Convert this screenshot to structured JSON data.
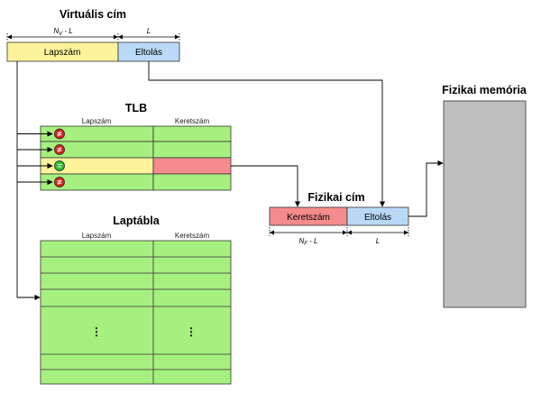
{
  "virtual_address": {
    "title": "Virtuális cím",
    "page_number_label": "Lapszám",
    "offset_label": "Eltolás",
    "width_page_main": "N",
    "width_page_sub": "V",
    "width_page_rest": " - L",
    "width_offset": "L"
  },
  "tlb": {
    "title": "TLB",
    "col_page": "Lapszám",
    "col_frame": "Keretszám",
    "comparators": [
      "≠",
      "≠",
      "=",
      "≠"
    ]
  },
  "page_table": {
    "title": "Laptábla",
    "col_page": "Lapszám",
    "col_frame": "Keretszám",
    "ellipsis": "⋮"
  },
  "physical_address": {
    "title": "Fizikai cím",
    "frame_label": "Keretszám",
    "offset_label": "Eltolás",
    "width_frame_main": "N",
    "width_frame_sub": "F",
    "width_frame_rest": " - L",
    "width_offset": "L"
  },
  "physical_memory": {
    "title": "Fizikai memória"
  },
  "colors": {
    "yellow": "#fdf39a",
    "blue": "#b9d9f7",
    "green": "#a6f07f",
    "red_cell": "#f58c8c",
    "memory_gray": "#bfbfbf",
    "cmp_mismatch": "#e02020",
    "cmp_match": "#2fbf2f"
  }
}
